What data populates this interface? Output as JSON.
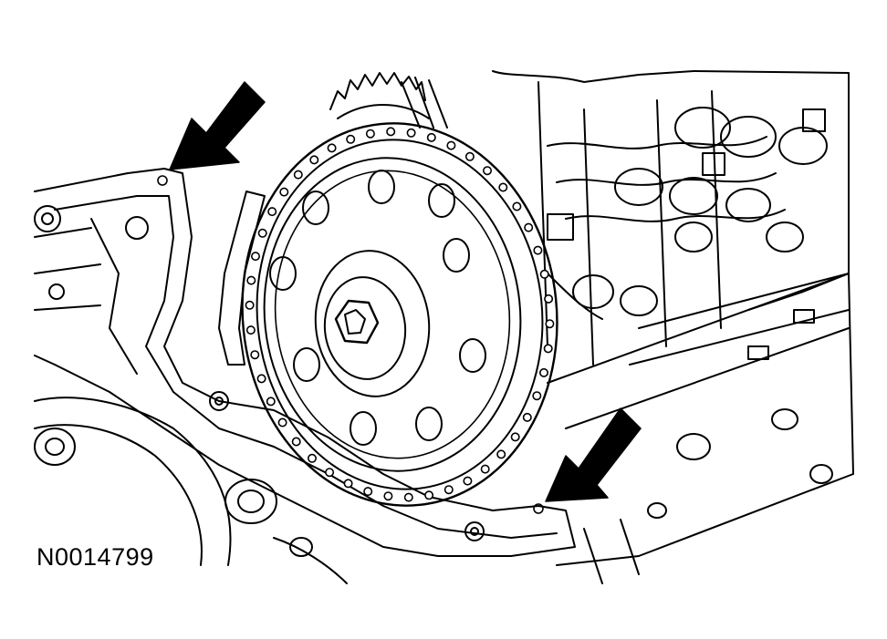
{
  "figure": {
    "code": "N0014799"
  },
  "colors": {
    "ink": "#000000",
    "paper": "#ffffff"
  },
  "callouts": [
    {
      "id": "upper-left-arrow",
      "icon": "arrow-pointer-icon"
    },
    {
      "id": "lower-right-arrow",
      "icon": "arrow-pointer-icon"
    }
  ]
}
